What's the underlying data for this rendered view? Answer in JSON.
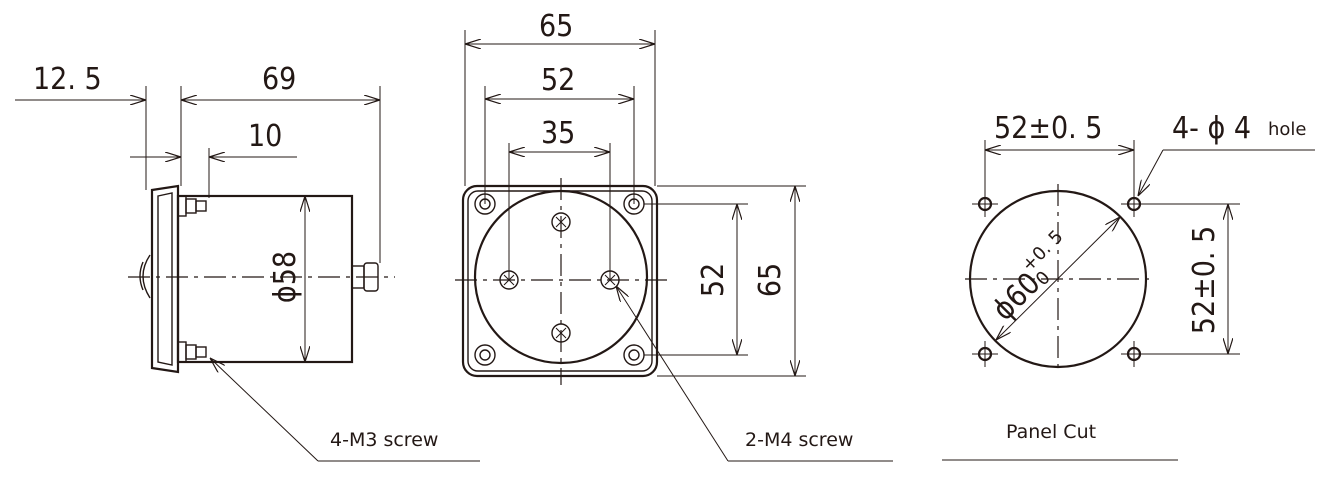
{
  "side_view": {
    "dim_flange": "12. 5",
    "dim_depth": "69",
    "dim_terminal": "10",
    "dim_diameter": "ϕ58",
    "screw_label": "4-M3 screw"
  },
  "front_view": {
    "dim_outer_top": "65",
    "dim_hole_pitch_top": "52",
    "dim_inner_top": "35",
    "dim_hole_pitch_side": "52",
    "dim_outer_side": "65",
    "screw_label": "2-M4 screw"
  },
  "panel_cut": {
    "dim_hole_pitch_top": "52±0. 5",
    "hole_label_prefix": "4- ϕ 4",
    "hole_label_suffix": "hole",
    "dim_cut_diameter": "ϕ60",
    "tolerance_upper": "+0. 5",
    "tolerance_lower": "0",
    "dim_hole_pitch_side": "52±0. 5",
    "title": "Panel Cut"
  }
}
